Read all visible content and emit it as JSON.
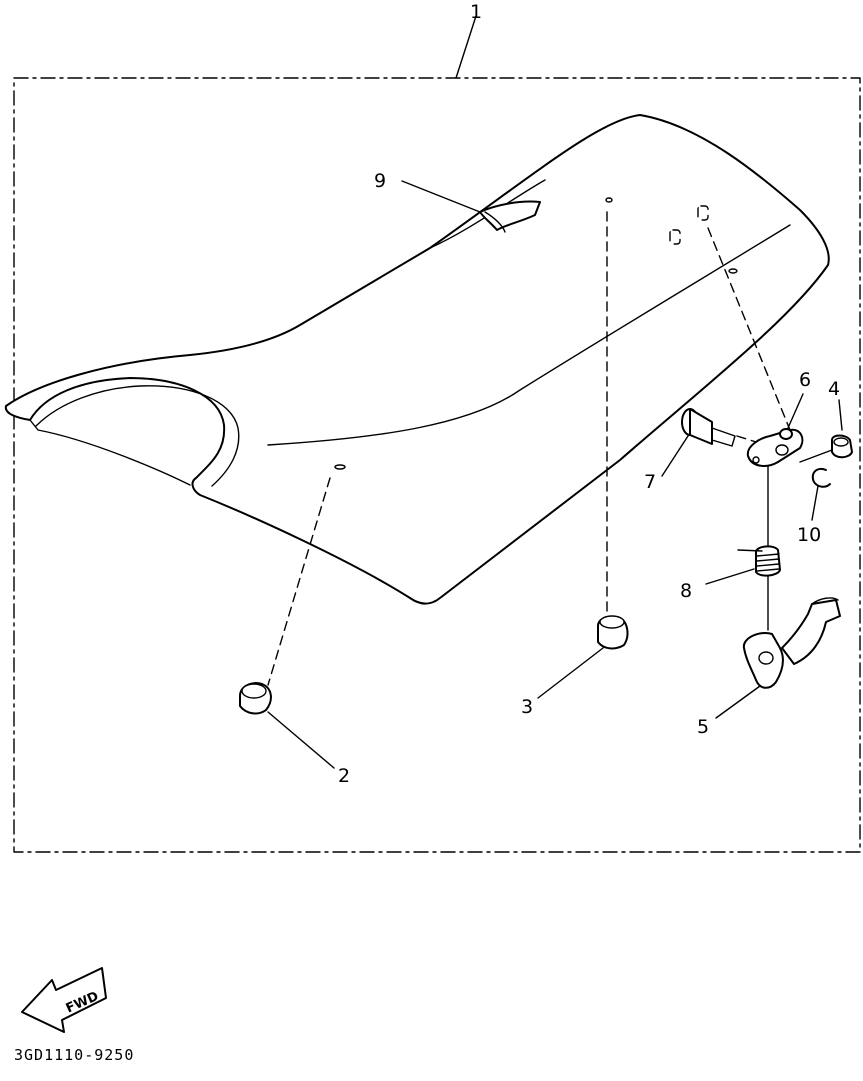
{
  "part_numbers": {
    "seat_assembly": "1",
    "damper_front": "2",
    "damper_rear": "3",
    "nut": "4",
    "seat_lock_hook": "5",
    "collar": "6",
    "bolt": "7",
    "spring": "8",
    "band": "9",
    "clip": "10"
  },
  "direction_label": "FWD",
  "diagram_code": "3GD1110-9250"
}
